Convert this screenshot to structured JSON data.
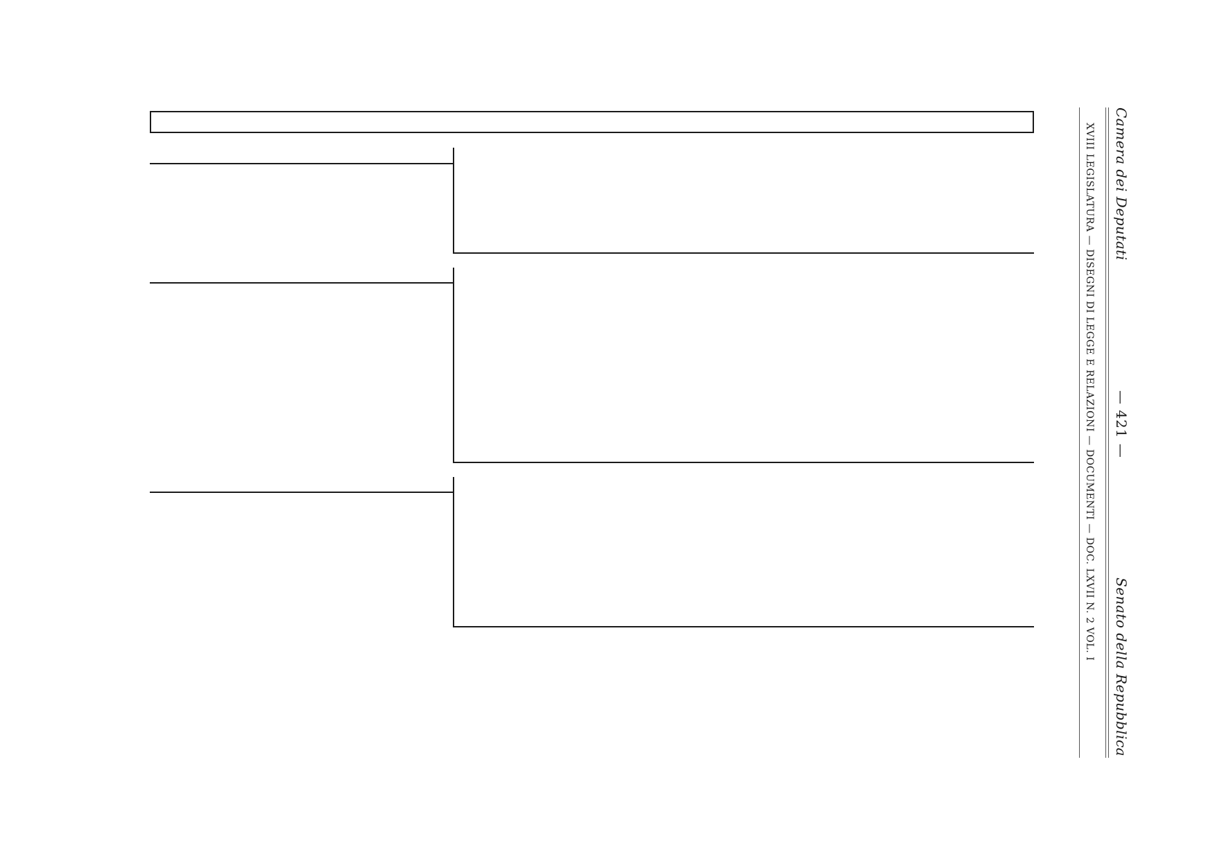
{
  "header": {
    "left_chamber": "Camera dei Deputati",
    "page_number": "— 421 —",
    "right_chamber": "Senato della Repubblica",
    "subtitle": "XVIII LEGISLATURA — DISEGNI DI LEGGE E RELAZIONI — DOCUMENTI — DOC. LXVII N. 2 VOL. I"
  }
}
